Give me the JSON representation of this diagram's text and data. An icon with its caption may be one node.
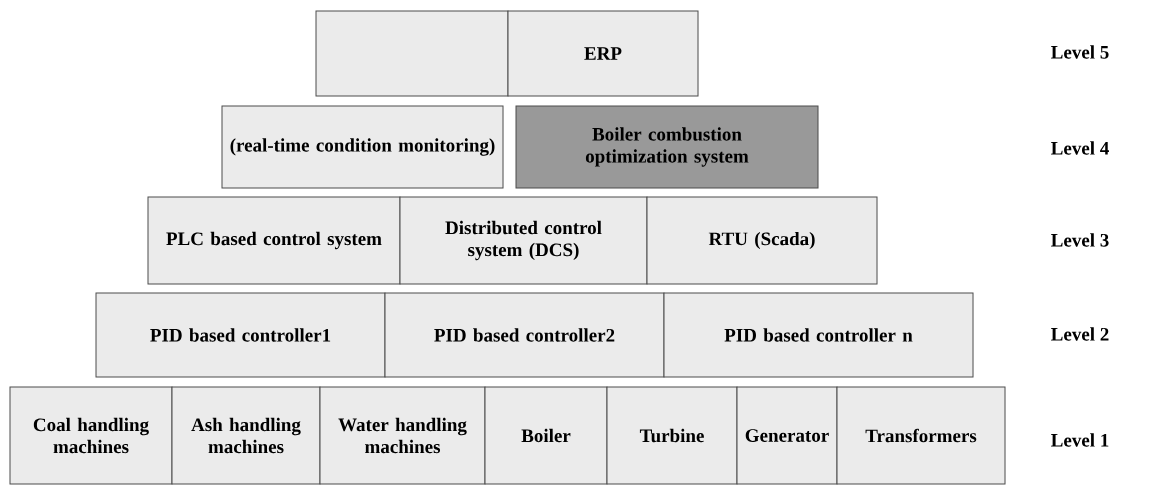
{
  "diagram": {
    "nodes": [
      {
        "text": [],
        "shape": "box"
      },
      {
        "text": [
          "ERP"
        ]
      },
      {
        "text": [
          "(real-time condition monitoring)"
        ]
      },
      {
        "text": [
          "Boiler combustion optimization system"
        ]
      },
      {
        "text": [
          "PLC based control system"
        ]
      },
      {
        "text": [
          "Distributed control system (DCS)"
        ]
      },
      {
        "text": [
          "RTU (Scada)"
        ]
      },
      {
        "text": [
          "PID based controller1"
        ]
      },
      {
        "text": [
          "PID based controller2"
        ]
      },
      {
        "text": [
          "PID based controller n"
        ]
      },
      {
        "text": [
          "Coal handling machines"
        ]
      },
      {
        "text": [
          "Ash handling machines"
        ]
      },
      {
        "text": [
          "Water handling machines"
        ]
      },
      {
        "text": [
          "Boiler"
        ]
      },
      {
        "text": [
          "Turbine"
        ]
      },
      {
        "text": [
          "Generator"
        ]
      },
      {
        "text": [
          "Transformers"
        ]
      }
    ],
    "labels": [
      "Level 5",
      "Level 4",
      "Level 3",
      "Level 2",
      "Level 1"
    ]
  }
}
